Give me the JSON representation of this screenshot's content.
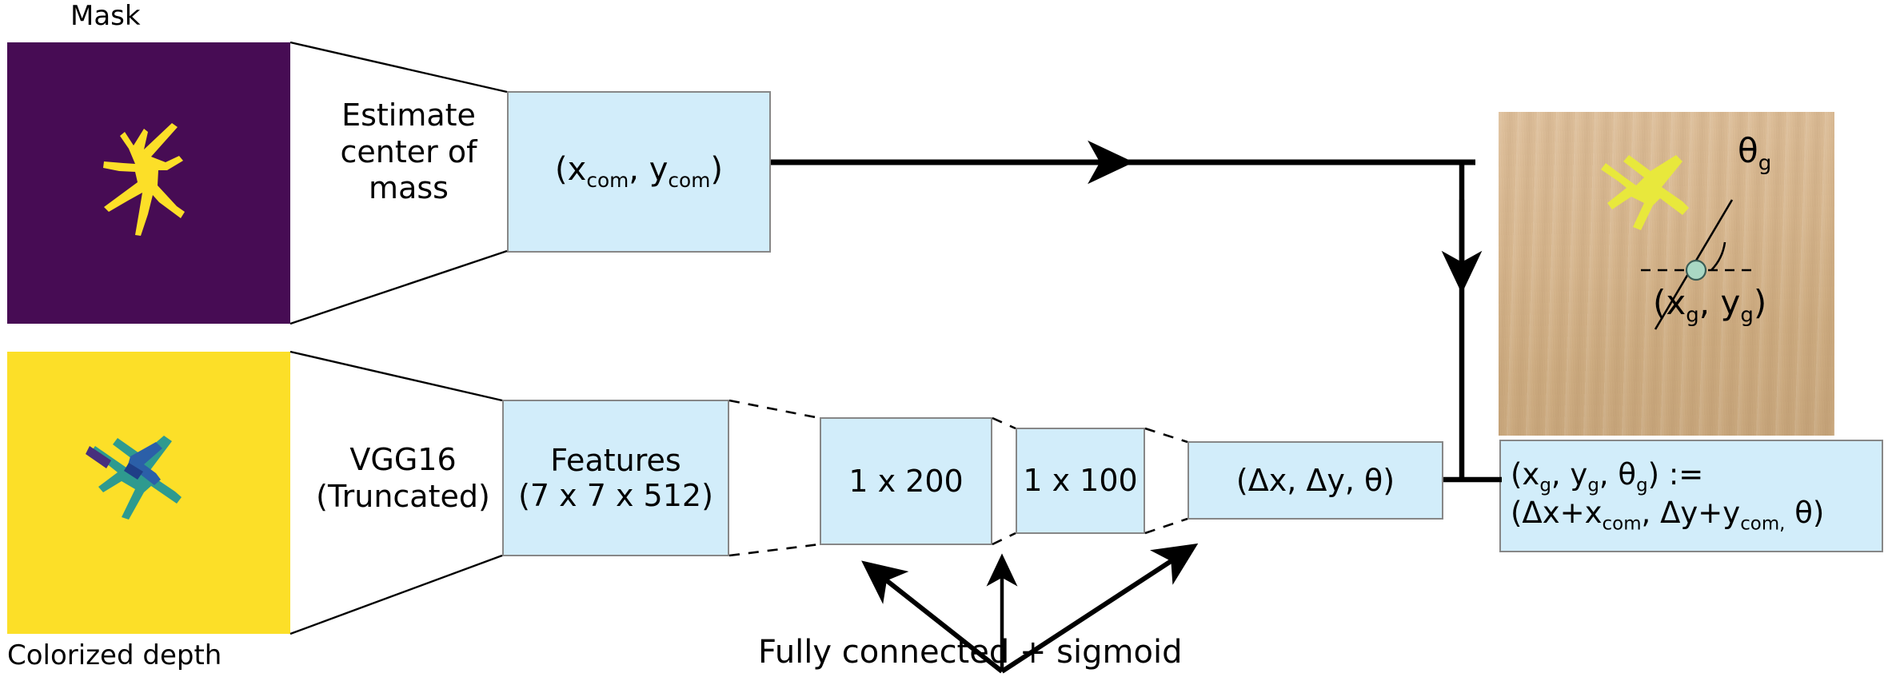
{
  "figure": {
    "type": "pipeline-diagram",
    "title": "Grasp pose estimation network"
  },
  "inputs": {
    "mask": {
      "caption": "Mask",
      "background_color": "#470c54",
      "object_color": "#fcdf28",
      "object": "airplane-silhouette"
    },
    "depth": {
      "caption": "Colorized depth",
      "background_color": "#fcdf28",
      "object_colors": [
        "#2e9a8f",
        "#2b5fa8",
        "#472f7d"
      ],
      "object": "airplane-colorized"
    }
  },
  "branches": {
    "top": {
      "funnel_label_lines": [
        "Estimate",
        "center of",
        "mass"
      ],
      "output_box": "(x_com, y_com)",
      "output_box_html": "(x<sub>com</sub>, y<sub>com</sub>)"
    },
    "bottom": {
      "funnel_label_lines": [
        "VGG16",
        "(Truncated)"
      ],
      "layers": [
        {
          "name": "features",
          "label_lines": [
            "Features",
            "(7 x 7 x 512)"
          ]
        },
        {
          "name": "fc200",
          "label_lines": [
            "1 x 200"
          ]
        },
        {
          "name": "fc100",
          "label_lines": [
            "1 x 100"
          ]
        },
        {
          "name": "output",
          "label_lines": [
            "(Δx, Δy, θ)"
          ]
        }
      ],
      "fc_annotation": "Fully connected + sigmoid"
    }
  },
  "result": {
    "photo_caption": "",
    "annotations": {
      "angle_label": "θ_g",
      "angle_label_html": "θ<sub>g</sub>",
      "point_label": "(x_g, y_g)",
      "point_label_html": "(x<sub>g</sub>, y<sub>g</sub>)",
      "grasp_marker_color": "#9fd6c2",
      "object_color": "#e8e83c"
    },
    "formula": {
      "line1": "(x_g, y_g, θ_g) :=",
      "line1_html": "(x<sub>g</sub>, y<sub>g</sub>, θ<sub>g</sub>) :=",
      "line2": "(Δx+x_com, Δy+y_com, θ)",
      "line2_html": "(Δx+x<sub>com</sub>, Δy+y<sub>com,</sub> θ)"
    }
  },
  "colors": {
    "box_fill": "#d2edfa",
    "box_border": "#878787",
    "line": "#000000",
    "mask_bg": "#470c54",
    "depth_bg": "#fcdf28",
    "wood": "#d6b48e"
  }
}
